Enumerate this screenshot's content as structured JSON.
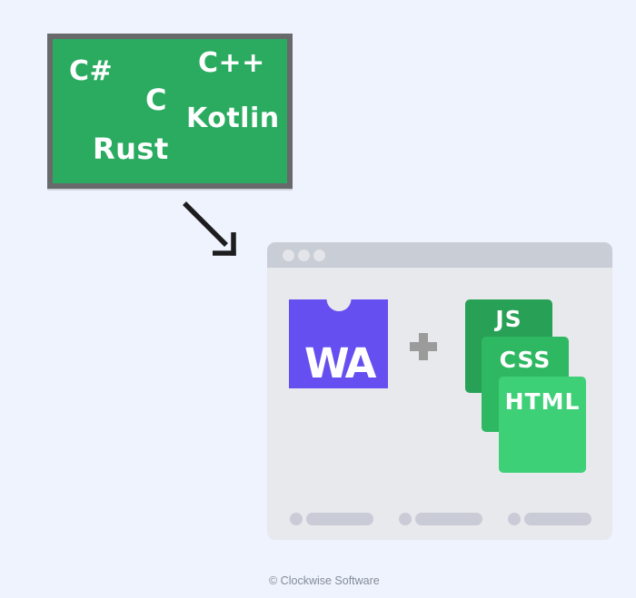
{
  "title": "WebAssembly languages to web stack illustration",
  "languages_box": {
    "labels": [
      "C#",
      "C++",
      "C",
      "Kotlin",
      "Rust"
    ]
  },
  "browser": {
    "wasm_label": "WA",
    "web_stack": [
      "JS",
      "CSS",
      "HTML"
    ]
  },
  "footer": {
    "copyright": "© Clockwise Software"
  },
  "colors": {
    "background": "#eef3fd",
    "box_green": "#2aab60",
    "box_border": "#67696b",
    "arrow": "#1d1d1f",
    "window_bar": "#c9cdd5",
    "window_body": "#e8e9ed",
    "window_dot": "#e3e5ea",
    "wasm_purple": "#654ff0",
    "plus_gray": "#9b9b9b",
    "js_green": "#28a156",
    "css_green": "#2eb862",
    "html_green": "#3ed077",
    "placeholder_gray": "#c9ccd6",
    "copyright_gray": "#858b99"
  }
}
